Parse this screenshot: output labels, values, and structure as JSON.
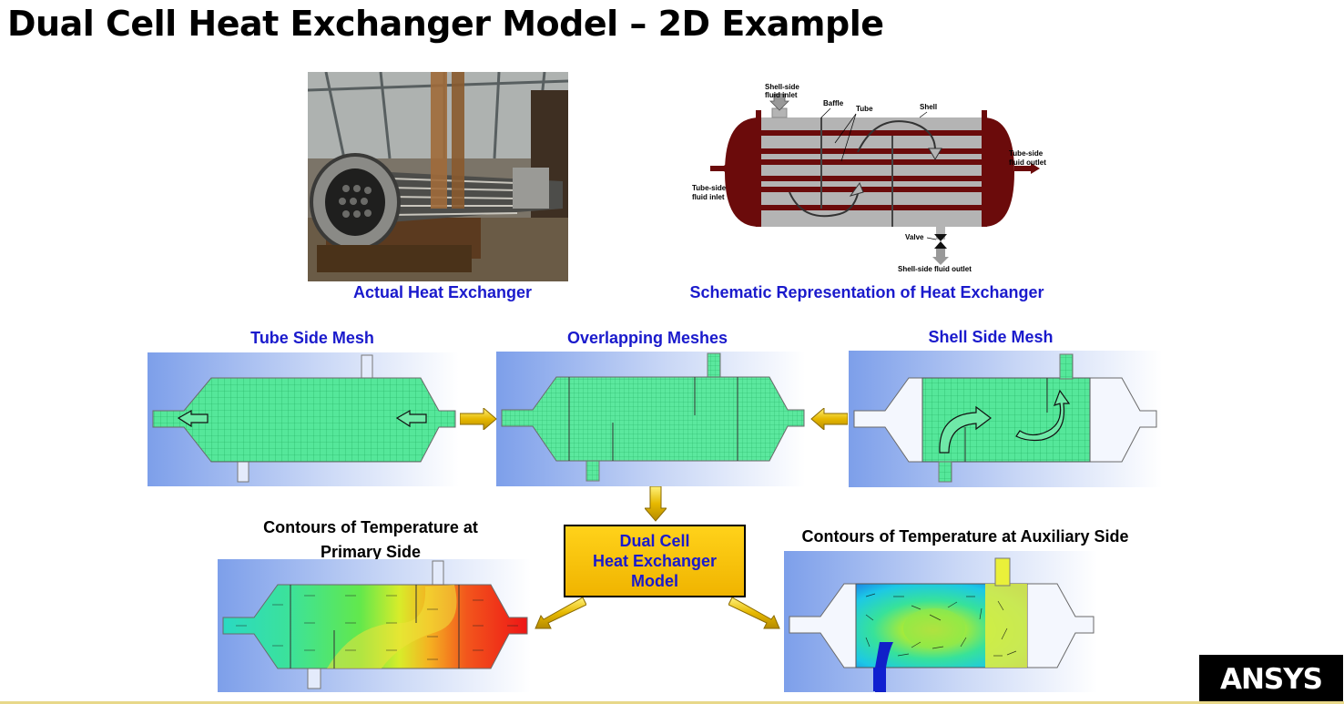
{
  "title": "Dual Cell Heat Exchanger Model – 2D Example",
  "photo_caption": "Actual Heat Exchanger",
  "schematic": {
    "caption": "Schematic Representation of Heat Exchanger",
    "labels": {
      "shell_inlet_1": "Shell-side",
      "shell_inlet_2": "fluid inlet",
      "baffle": "Baffle",
      "tube": "Tube",
      "shell": "Shell",
      "tube_outlet_1": "Tube-side",
      "tube_outlet_2": "fluid outlet",
      "tube_inlet_1": "Tube-side",
      "tube_inlet_2": "fluid inlet",
      "valve": "Valve",
      "shell_outlet": "Shell-side fluid outlet"
    }
  },
  "meshes": {
    "tube_side": "Tube Side Mesh",
    "overlapping": "Overlapping Meshes",
    "shell_side": "Shell Side Mesh"
  },
  "dual_cell": {
    "line1": "Dual Cell",
    "line2": "Heat Exchanger",
    "line3": "Model"
  },
  "contours": {
    "primary_line1": "Contours of Temperature at",
    "primary_line2": "Primary Side",
    "auxiliary": "Contours of Temperature at Auxiliary Side"
  },
  "logo": "ANSYS",
  "colors": {
    "caption_blue": "#1a1acc",
    "mesh_green": "#33e080",
    "panel_blue": "#7d9fea",
    "arrow_gold": "#e6b800",
    "shell_dark_red": "#6b0b0b"
  }
}
